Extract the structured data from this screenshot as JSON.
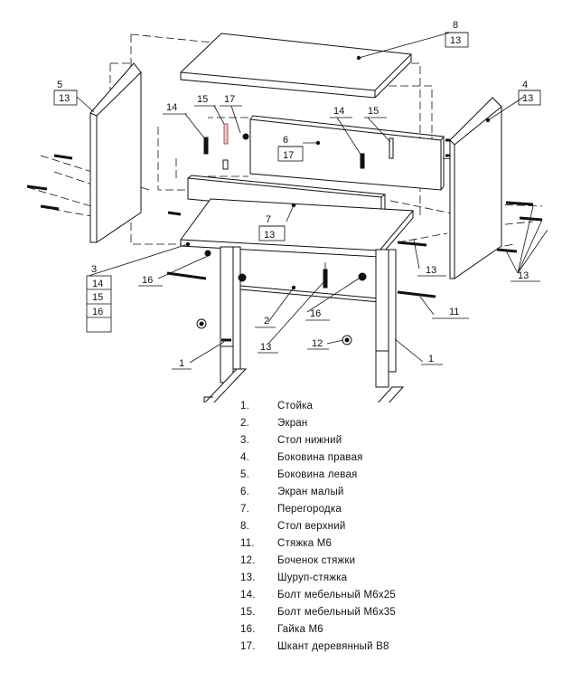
{
  "callouts": {
    "c8": "8",
    "c8b": "13",
    "c5": "5",
    "c5b": "13",
    "c4": "4",
    "c4b": "13",
    "c14a": "14",
    "c15a": "15",
    "c17": "17",
    "c6": "6",
    "c6b": "17",
    "c14b": "14",
    "c15b": "15",
    "c7": "7",
    "c7b": "13",
    "c3": "3",
    "c3b": "14",
    "c3c": "15",
    "c3d": "16",
    "c16a": "16",
    "c16b": "16",
    "c2": "2",
    "c13a": "13",
    "c13b": "13",
    "c13c": "13",
    "c11": "11",
    "c12": "12",
    "c1a": "1",
    "c1b": "1"
  },
  "legend": [
    {
      "num": "1.",
      "name": "Стойка"
    },
    {
      "num": "2.",
      "name": "Экран"
    },
    {
      "num": "3.",
      "name": "Стол нижний"
    },
    {
      "num": "4.",
      "name": "Боковина правая"
    },
    {
      "num": "5.",
      "name": "Боковина левая"
    },
    {
      "num": "6.",
      "name": "Экран малый"
    },
    {
      "num": "7.",
      "name": "Перегородка"
    },
    {
      "num": "8.",
      "name": "Стол верхний"
    },
    {
      "num": "11.",
      "name": "Стяжка М6"
    },
    {
      "num": "12.",
      "name": "Боченок стяжки"
    },
    {
      "num": "13.",
      "name": "Шуруп-стяжка"
    },
    {
      "num": "14.",
      "name": "Болт мебельный М6х25"
    },
    {
      "num": "15.",
      "name": "Болт мебельный М6х35"
    },
    {
      "num": "16.",
      "name": "Гайка М6"
    },
    {
      "num": "17.",
      "name": "Шкант деревянный В8"
    }
  ]
}
